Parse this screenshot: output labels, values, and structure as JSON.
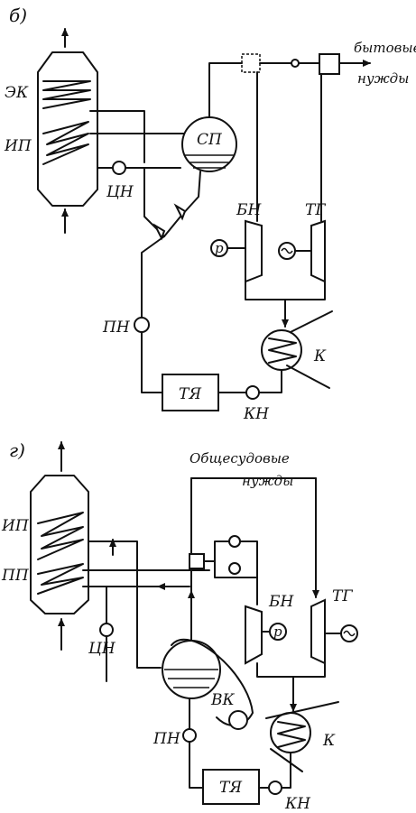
{
  "panel_b": {
    "panel_label": "б)",
    "labels": {
      "economizer": "ЭК",
      "evaporator": "ИП",
      "separator": "СП",
      "circ_pump": "ЦН",
      "feed_pump": "ПН",
      "tank": "ТЯ",
      "cond_pump": "КН",
      "condenser": "К",
      "turbine_bn": "БН",
      "turbine_tg": "ТГ",
      "pressure": "р",
      "consumers_line1": "бытовые",
      "consumers_line2": "нужды"
    }
  },
  "panel_g": {
    "panel_label": "г)",
    "labels": {
      "evaporator": "ИП",
      "superheater": "ПП",
      "circ_pump": "ЦН",
      "drum": "ВК",
      "feed_pump": "ПН",
      "tank": "ТЯ",
      "cond_pump": "КН",
      "condenser": "К",
      "turbine_bn": "БН",
      "turbine_tg": "ТГ",
      "pressure": "р",
      "consumers_line1": "Общесудовые",
      "consumers_line2": "нужды"
    }
  }
}
